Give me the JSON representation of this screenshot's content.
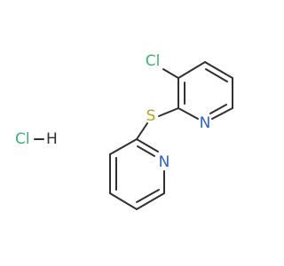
{
  "molecule": {
    "atoms": {
      "chlorine": {
        "label": "Cl",
        "color": "#3cb371"
      },
      "ring_a_nitrogen": {
        "label": "N",
        "color": "#2f5fd0"
      },
      "sulfur": {
        "label": "S",
        "color": "#b8a21c"
      },
      "ring_b_nitrogen": {
        "label": "N",
        "color": "#2f5fd0"
      }
    },
    "salt": {
      "chlorine_label": "Cl",
      "hydrogen_label": "H",
      "chlorine_color": "#3cb371",
      "hydrogen_color": "#303030"
    },
    "bond_color": "#303030"
  }
}
